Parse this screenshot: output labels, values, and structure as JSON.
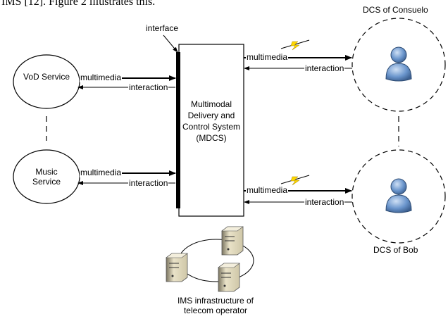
{
  "caption_partial": "IMS [12]. Figure 2 illustrates this.",
  "labels": {
    "interface": "interface",
    "vod_service": "VoD Service",
    "music_service": "Music Service",
    "mdcs": "Multimodal Delivery and Control System (MDCS)",
    "dcs_consuelo": "DCS of Consuelo",
    "dcs_bob": "DCS of Bob",
    "ims_infra": "IMS infrastructure of telecom operator",
    "multimedia": "multimedia",
    "interaction": "interaction"
  },
  "icons": {
    "user": "user-icon",
    "server": "server-icon",
    "wireless": "lightning-icon"
  },
  "colors": {
    "user_fill": "#6a95cc",
    "lightning": "#ffd800"
  }
}
